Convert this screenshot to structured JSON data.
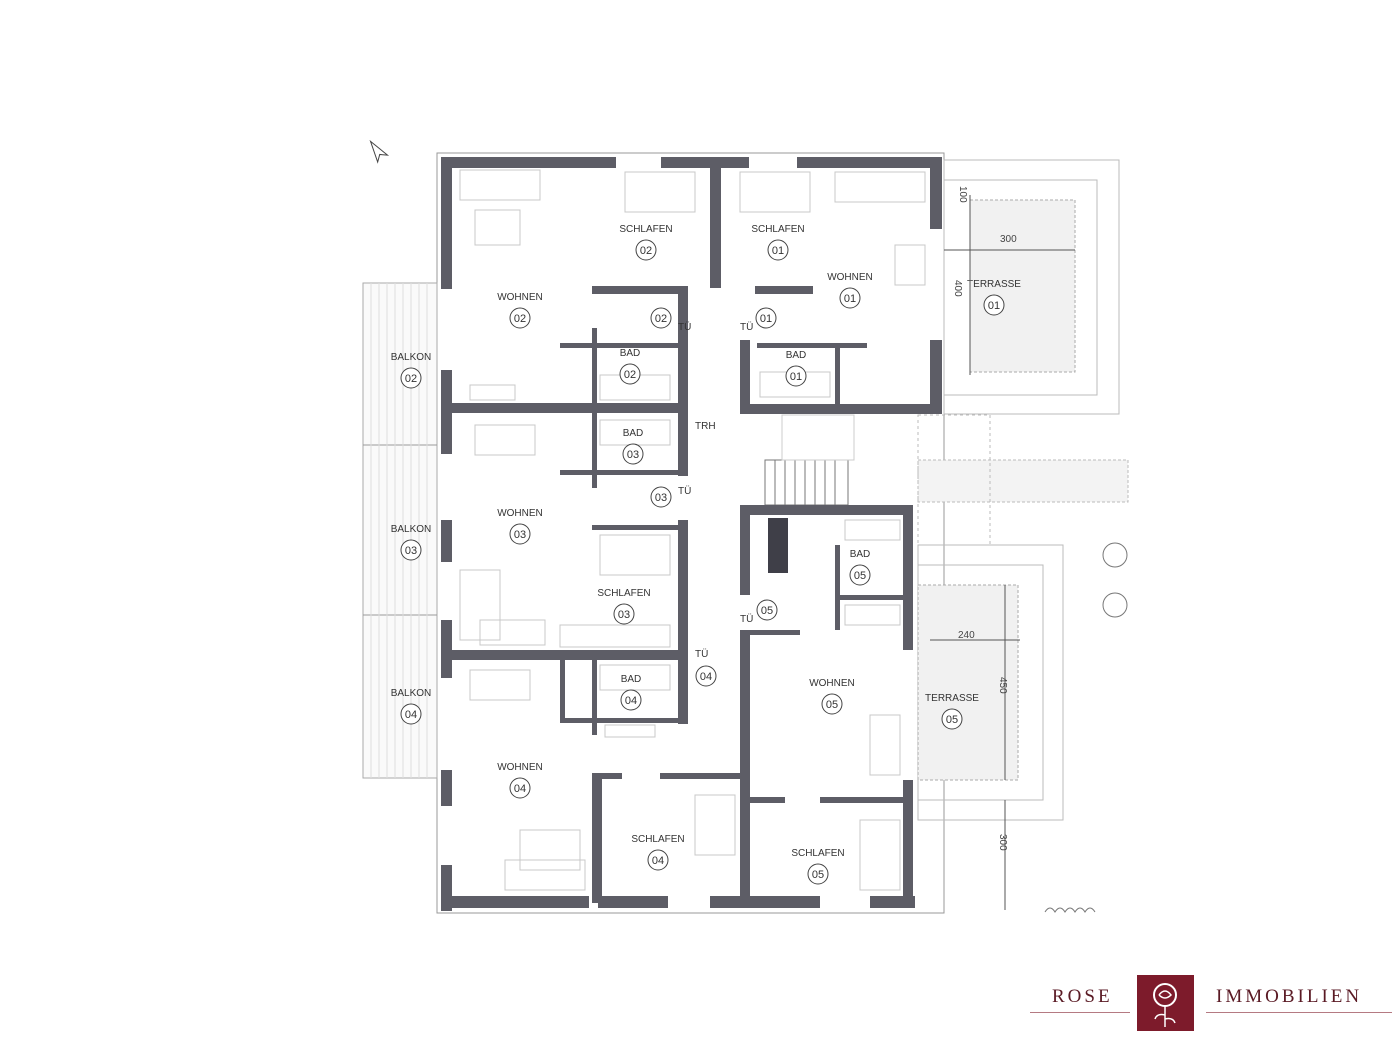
{
  "plan": {
    "rooms": [
      {
        "id": "schlafen-02",
        "label": "SCHLAFEN",
        "num": "02"
      },
      {
        "id": "schlafen-01",
        "label": "SCHLAFEN",
        "num": "01"
      },
      {
        "id": "wohnen-01",
        "label": "WOHNEN",
        "num": "01"
      },
      {
        "id": "wohnen-02",
        "label": "WOHNEN",
        "num": "02"
      },
      {
        "id": "bad-02",
        "label": "BAD",
        "num": "02"
      },
      {
        "id": "bad-01",
        "label": "BAD",
        "num": "01"
      },
      {
        "id": "bad-03",
        "label": "BAD",
        "num": "03"
      },
      {
        "id": "wohnen-03",
        "label": "WOHNEN",
        "num": "03"
      },
      {
        "id": "schlafen-03",
        "label": "SCHLAFEN",
        "num": "03"
      },
      {
        "id": "bad-05",
        "label": "BAD",
        "num": "05"
      },
      {
        "id": "bad-04",
        "label": "BAD",
        "num": "04"
      },
      {
        "id": "wohnen-05",
        "label": "WOHNEN",
        "num": "05"
      },
      {
        "id": "wohnen-04",
        "label": "WOHNEN",
        "num": "04"
      },
      {
        "id": "schlafen-04",
        "label": "SCHLAFEN",
        "num": "04"
      },
      {
        "id": "schlafen-05",
        "label": "SCHLAFEN",
        "num": "05"
      }
    ],
    "balconies": [
      {
        "id": "balkon-02",
        "label": "BALKON",
        "num": "02"
      },
      {
        "id": "balkon-03",
        "label": "BALKON",
        "num": "03"
      },
      {
        "id": "balkon-04",
        "label": "BALKON",
        "num": "04"
      }
    ],
    "terraces": [
      {
        "id": "terrasse-01",
        "label": "TERRASSE",
        "num": "01"
      },
      {
        "id": "terrasse-05",
        "label": "TERRASSE",
        "num": "05"
      }
    ],
    "entrances": [
      "02",
      "01",
      "03",
      "05",
      "04"
    ],
    "door_tag": "TÜ",
    "stair_label": "TRH",
    "dimensions": {
      "d100_top": "100",
      "d300": "300",
      "d400": "400",
      "d240": "240",
      "d450": "450",
      "d300_bottom": "300"
    }
  },
  "brand": {
    "left": "ROSE",
    "right": "IMMOBILIEN",
    "color": "#7d1b2b"
  }
}
